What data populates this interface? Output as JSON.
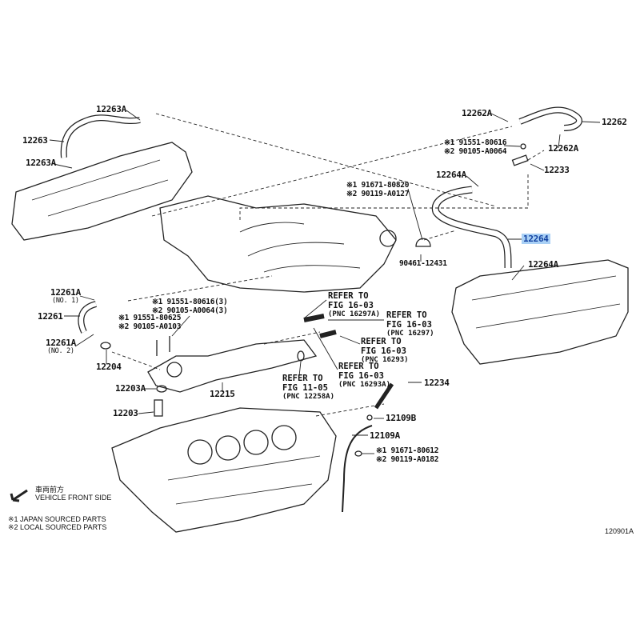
{
  "diagram": {
    "figure_code": "120901A",
    "parts": [
      {
        "id": "12263A_top",
        "label": "12263A"
      },
      {
        "id": "12263",
        "label": "12263"
      },
      {
        "id": "12263A_bottom",
        "label": "12263A"
      },
      {
        "id": "12262A_left",
        "label": "12262A"
      },
      {
        "id": "12262",
        "label": "12262"
      },
      {
        "id": "12262A_right",
        "label": "12262A"
      },
      {
        "id": "bolt_12233",
        "line1": "※1 91551-80616",
        "line2": "※2 90105-A0064"
      },
      {
        "id": "12233",
        "label": "12233"
      },
      {
        "id": "12264A_top",
        "label": "12264A"
      },
      {
        "id": "bolt_12264",
        "line1": "※1 91671-80820",
        "line2": "※2 90119-A0127"
      },
      {
        "id": "12264",
        "label": "12264",
        "highlighted": true
      },
      {
        "id": "90461-12431",
        "label": "90461-12431"
      },
      {
        "id": "12264A_bottom",
        "label": "12264A"
      },
      {
        "id": "12261A_no1",
        "label": "12261A",
        "sub": "(NO. 1)"
      },
      {
        "id": "12261",
        "label": "12261"
      },
      {
        "id": "bolt_12215_3",
        "line1": "※1 91551-80616(3)",
        "line2": "※2 90105-A0064(3)"
      },
      {
        "id": "bolt_12215",
        "line1": "※1 91551-80625",
        "line2": "※2 90105-A0103"
      },
      {
        "id": "12261A_no2",
        "label": "12261A",
        "sub": "(NO. 2)"
      },
      {
        "id": "12204",
        "label": "12204"
      },
      {
        "id": "12203A",
        "label": "12203A"
      },
      {
        "id": "12203",
        "label": "12203"
      },
      {
        "id": "12215",
        "label": "12215"
      },
      {
        "id": "12234",
        "label": "12234"
      },
      {
        "id": "12109B",
        "label": "12109B"
      },
      {
        "id": "12109A",
        "label": "12109A"
      },
      {
        "id": "bolt_12109A",
        "line1": "※1 91671-80612",
        "line2": "※2 90119-A0182"
      }
    ],
    "references": [
      {
        "l1": "REFER TO",
        "l2": "FIG 16-03",
        "l3": "(PNC 16297A)"
      },
      {
        "l1": "REFER TO",
        "l2": "FIG 16-03",
        "l3": "(PNC 16297)"
      },
      {
        "l1": "REFER TO",
        "l2": "FIG 16-03",
        "l3": "(PNC 16293)"
      },
      {
        "l1": "REFER TO",
        "l2": "FIG 16-03",
        "l3": "(PNC 16293A)"
      },
      {
        "l1": "REFER TO",
        "l2": "FIG 11-05",
        "l3": "(PNC 12258A)"
      }
    ],
    "legend": {
      "direction_jp": "車両前方",
      "direction_en": "VEHICLE FRONT SIDE",
      "note1": "※1 JAPAN SOURCED PARTS",
      "note2": "※2 LOCAL SOURCED PARTS"
    },
    "highlight_color": "#a9d0f5"
  }
}
